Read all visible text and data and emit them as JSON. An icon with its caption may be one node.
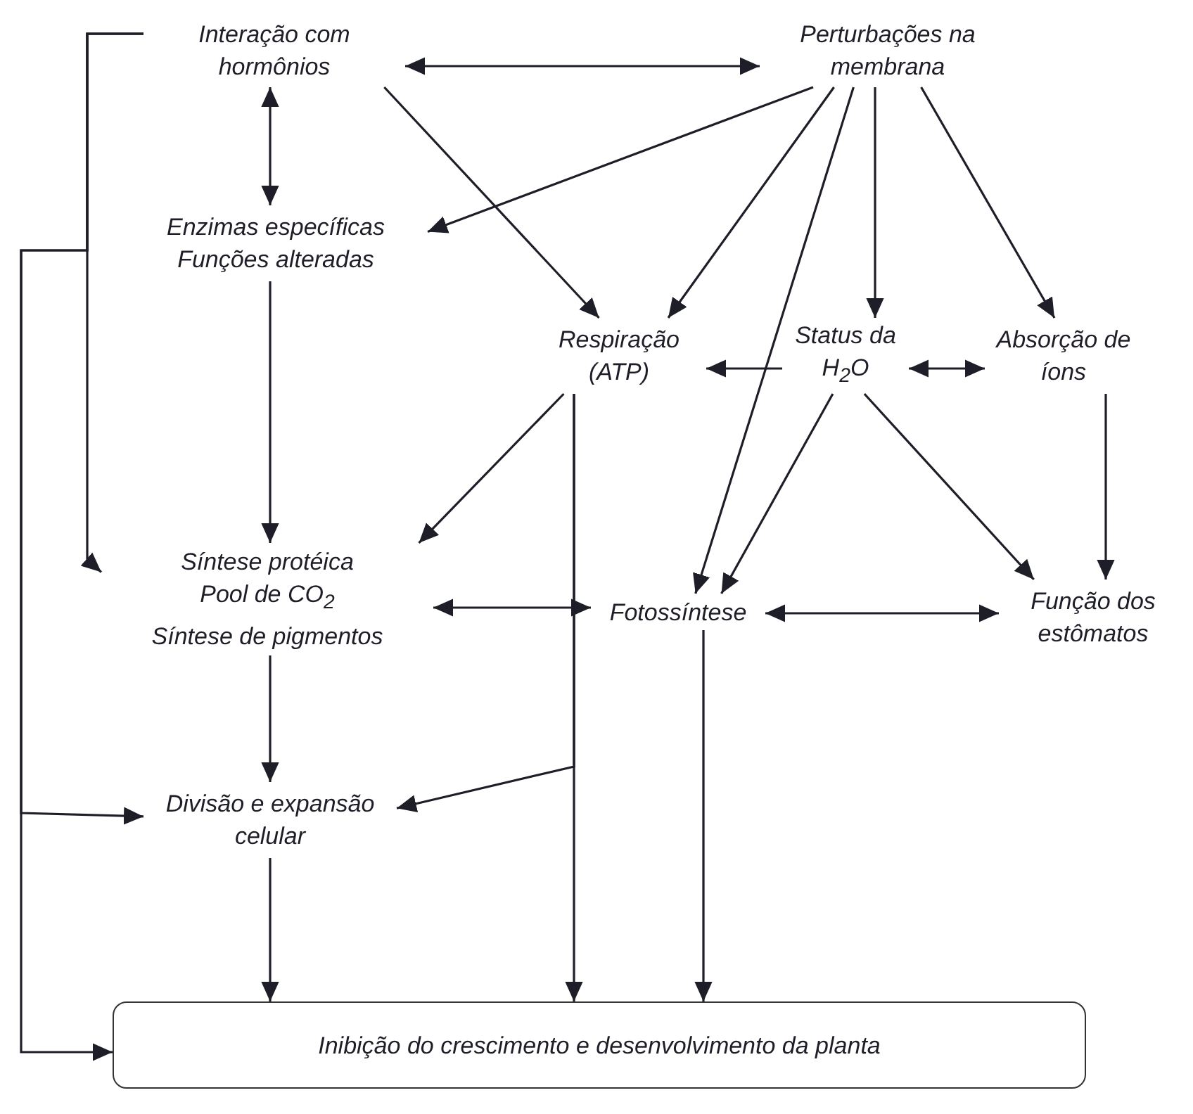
{
  "diagram": {
    "nodes": [
      {
        "text": [
          "Interação com hormônios"
        ]
      },
      {
        "text": [
          "Perturbações na membrana"
        ]
      },
      {
        "text": [
          "Enzimas específicas",
          "Funções alteradas"
        ]
      },
      {
        "text": [
          "Respiração (ATP)"
        ]
      },
      {
        "text": [
          "Status da H$_{2}$O"
        ]
      },
      {
        "text": [
          "Absorção de íons"
        ]
      },
      {
        "text": [
          "Síntese protéica",
          "Pool de CO$_{2}$",
          "Síntese de pigmentos"
        ]
      },
      {
        "text": [
          "Fotossíntese"
        ]
      },
      {
        "text": [
          "Função dos estômatos"
        ]
      },
      {
        "text": [
          "Divisão e expansão celular"
        ]
      },
      {
        "text": [
          "Inibição do crescimento e desenvolvimento da planta"
        ]
      }
    ],
    "edges": [
      {
        "from": 0,
        "to": 1,
        "arrow": "both"
      },
      {
        "from": 0,
        "to": 2,
        "arrow": "both"
      },
      {
        "from": 0,
        "to": 3,
        "arrow": "to"
      },
      {
        "from": 1,
        "to": 2,
        "arrow": "to"
      },
      {
        "from": 1,
        "to": 3,
        "arrow": "to"
      },
      {
        "from": 1,
        "to": 7,
        "arrow": "to"
      },
      {
        "from": 1,
        "to": 4,
        "arrow": "to"
      },
      {
        "from": 1,
        "to": 5,
        "arrow": "to"
      },
      {
        "from": 4,
        "to": 3,
        "arrow": "to"
      },
      {
        "from": 4,
        "to": 5,
        "arrow": "both"
      },
      {
        "from": 4,
        "to": 7,
        "arrow": "to"
      },
      {
        "from": 4,
        "to": 8,
        "arrow": "to"
      },
      {
        "from": 5,
        "to": 8,
        "arrow": "to"
      },
      {
        "from": 3,
        "to": 6,
        "arrow": "to"
      },
      {
        "from": 2,
        "to": 6,
        "arrow": "to"
      },
      {
        "from": 6,
        "to": 7,
        "arrow": "both"
      },
      {
        "from": 7,
        "to": 8,
        "arrow": "both"
      },
      {
        "from": 6,
        "to": 9,
        "arrow": "to"
      },
      {
        "from": 3,
        "to": 9,
        "arrow": "to"
      },
      {
        "from": 3,
        "to": 10,
        "arrow": "to"
      },
      {
        "from": 9,
        "to": 10,
        "arrow": "to"
      },
      {
        "from": 7,
        "to": 10,
        "arrow": "to"
      },
      {
        "from": 0,
        "to": 6,
        "arrow": "to"
      },
      {
        "from": 0,
        "to": 9,
        "arrow": "to"
      },
      {
        "from": 0,
        "to": 10,
        "arrow": "to"
      }
    ]
  }
}
